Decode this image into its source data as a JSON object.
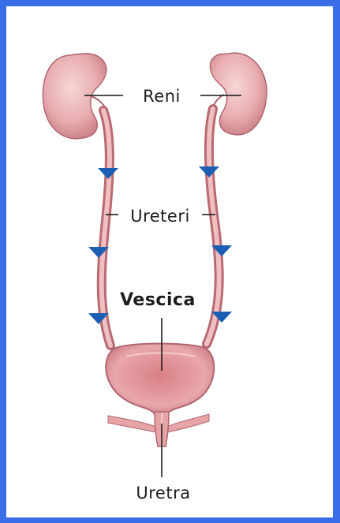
{
  "labels": {
    "kidneys": "Reni",
    "ureters": "Ureteri",
    "bladder": "Vescica",
    "urethra": "Uretra"
  },
  "colors": {
    "border": "#3a6ee8",
    "tissue": "#e7a4a6",
    "tissue_light": "#f3c9c9",
    "tissue_dark": "#b5636a",
    "arrow": "#1b5fb3",
    "pointer_line": "#111111"
  },
  "icons": {
    "flow_arrow": "down-triangle"
  }
}
